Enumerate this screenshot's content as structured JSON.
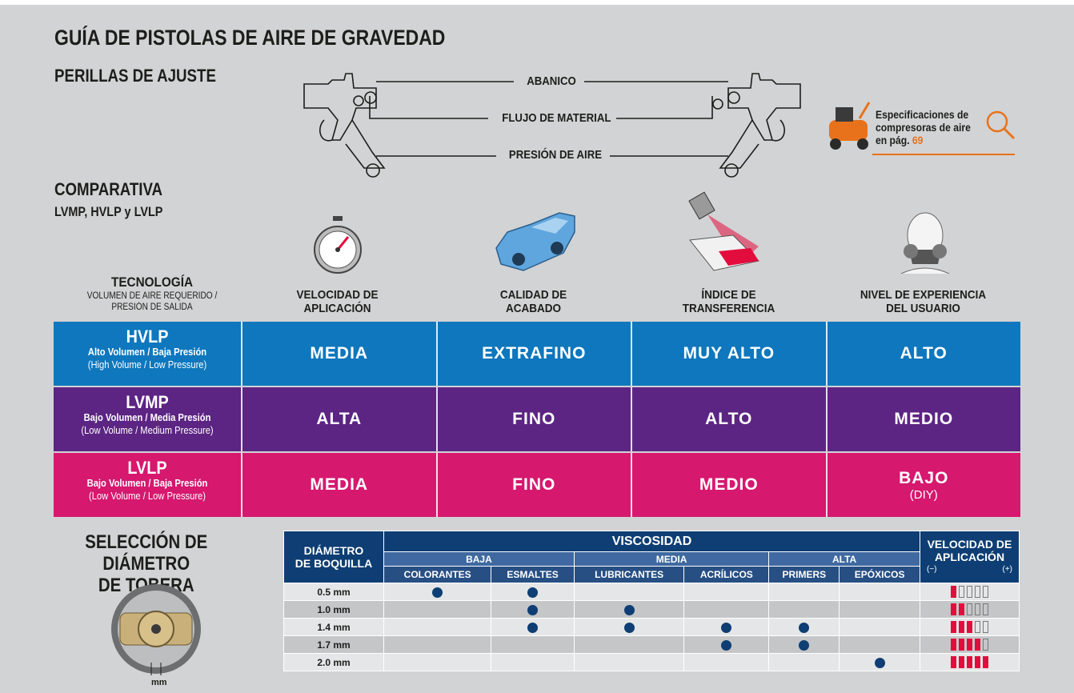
{
  "title": "GUÍA DE PISTOLAS DE AIRE DE GRAVEDAD",
  "adjust_title": "PERILLAS DE AJUSTE",
  "callouts": [
    "ABANICO",
    "FLUJO DE MATERIAL",
    "PRESIÓN DE AIRE"
  ],
  "promo": {
    "line1": "Especificaciones de",
    "line2": "compresoras de aire",
    "line3": "en pág. ",
    "page": "69"
  },
  "comparativa": {
    "title": "COMPARATIVA",
    "subtitle": "LVMP, HVLP y LVLP"
  },
  "tech_header": {
    "title": "TECNOLOGÍA",
    "sub1": "VOLUMEN DE AIRE REQUERIDO /",
    "sub2": "PRESIÓN DE SALIDA"
  },
  "columns": [
    {
      "l1": "VELOCIDAD DE",
      "l2": "APLICACIÓN"
    },
    {
      "l1": "CALIDAD DE",
      "l2": "ACABADO"
    },
    {
      "l1": "ÍNDICE DE",
      "l2": "TRANSFERENCIA"
    },
    {
      "l1": "NIVEL DE EXPERIENCIA",
      "l2": "DEL USUARIO"
    }
  ],
  "rows": [
    {
      "name": "HVLP",
      "es": "Alto Volumen / Baja Presión",
      "en": "(High Volume / Low Pressure)",
      "vals": [
        "MEDIA",
        "EXTRAFINO",
        "MUY ALTO",
        "ALTO"
      ],
      "extra": ""
    },
    {
      "name": "LVMP",
      "es": "Bajo Volumen / Media Presión",
      "en": "(Low Volume / Medium Pressure)",
      "vals": [
        "ALTA",
        "FINO",
        "ALTO",
        "MEDIO"
      ],
      "extra": ""
    },
    {
      "name": "LVLP",
      "es": "Bajo Volumen / Baja Presión",
      "en": "(Low Volume / Low Pressure)",
      "vals": [
        "MEDIA",
        "FINO",
        "MEDIO",
        "BAJO"
      ],
      "extra": "(DIY)"
    }
  ],
  "selection": {
    "l1": "SELECCIÓN DE DIÁMETRO",
    "l2": "DE TOBERA",
    "mm_label": "mm"
  },
  "nozzle_table": {
    "col_diam": {
      "l1": "DIÁMETRO",
      "l2": "DE BOQUILLA"
    },
    "viscosity": "VISCOSIDAD",
    "groups": [
      "BAJA",
      "MEDIA",
      "ALTA"
    ],
    "materials": [
      "COLORANTES",
      "ESMALTES",
      "LUBRICANTES",
      "ACRÍLICOS",
      "PRIMERS",
      "EPÓXICOS"
    ],
    "speed": {
      "l1": "VELOCIDAD DE",
      "l2": "APLICACIÓN",
      "minus": "(−)",
      "plus": "(+)"
    },
    "rows": [
      {
        "size": "0.5 mm",
        "dots": [
          1,
          1,
          0,
          0,
          0,
          0
        ],
        "level": 1
      },
      {
        "size": "1.0 mm",
        "dots": [
          0,
          1,
          1,
          0,
          0,
          0
        ],
        "level": 2
      },
      {
        "size": "1.4 mm",
        "dots": [
          0,
          1,
          1,
          1,
          1,
          0
        ],
        "level": 3
      },
      {
        "size": "1.7 mm",
        "dots": [
          0,
          0,
          0,
          1,
          1,
          0
        ],
        "level": 4
      },
      {
        "size": "2.0 mm",
        "dots": [
          0,
          0,
          0,
          0,
          0,
          1
        ],
        "level": 5
      }
    ]
  },
  "colors": {
    "hvlp": "#0e77bd",
    "lvmp": "#5c2483",
    "lvlp": "#d6186f",
    "navy": "#0e3e73",
    "bar_on": "#e30d3d",
    "orange": "#e8721c"
  }
}
